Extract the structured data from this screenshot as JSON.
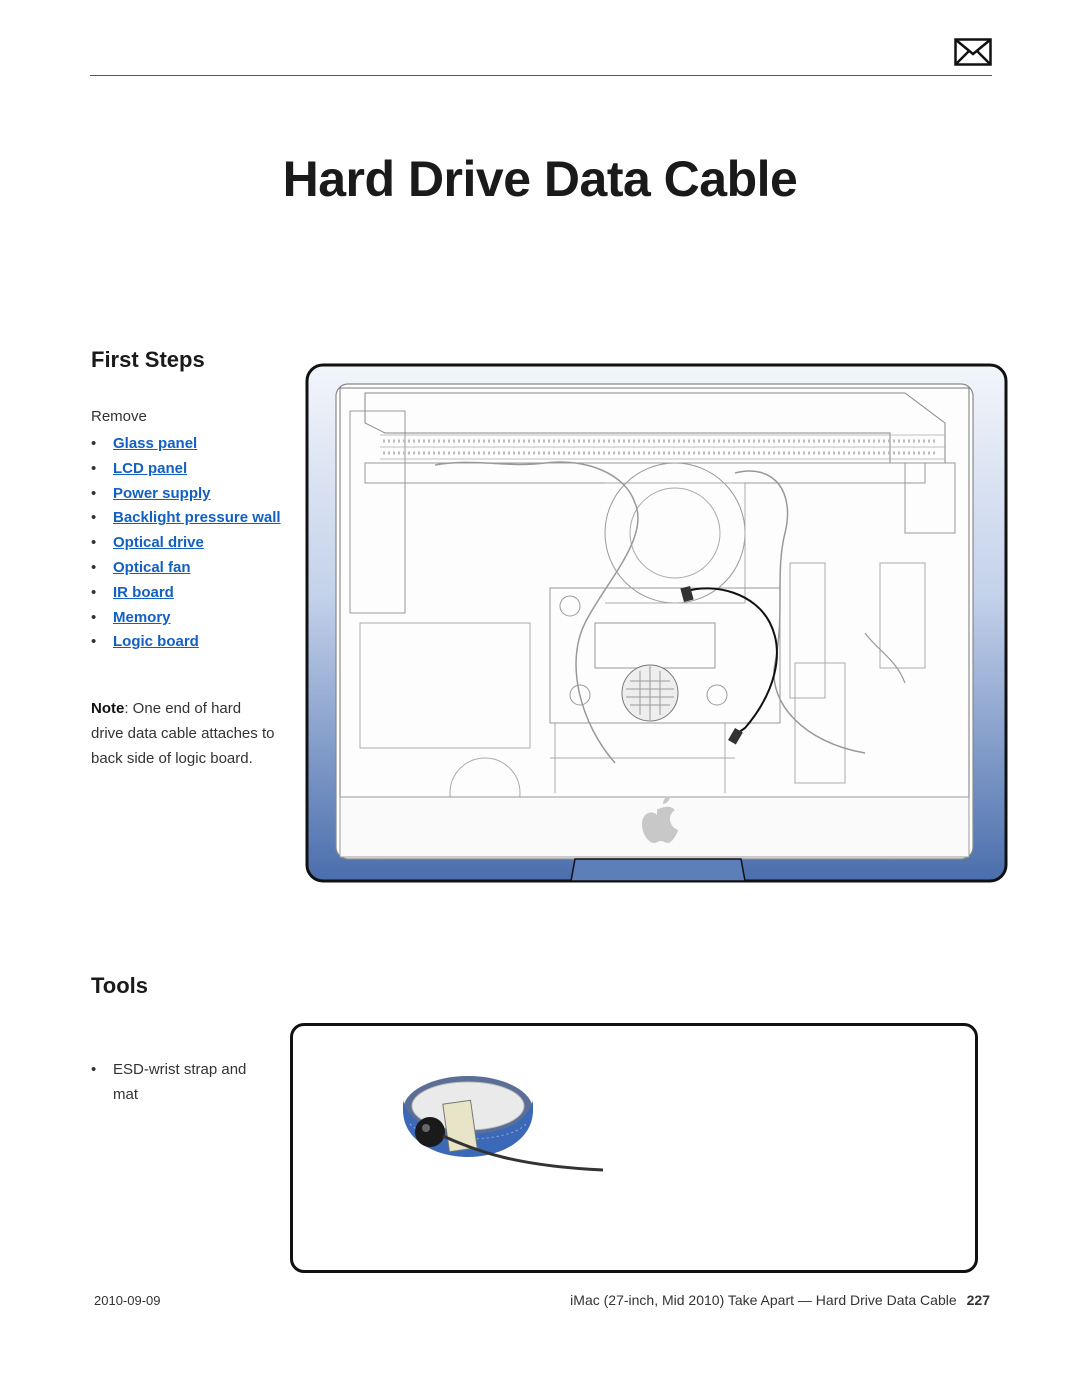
{
  "header": {
    "icon": "mail-icon"
  },
  "title": "Hard Drive Data Cable",
  "first_steps": {
    "heading": "First Steps",
    "intro": "Remove",
    "items": [
      "Glass panel",
      "LCD panel",
      "Power supply",
      "Backlight pressure wall",
      "Optical drive",
      "Optical fan",
      "IR board",
      "Memory",
      "Logic board"
    ],
    "note_label": "Note",
    "note_text": ": One end of hard drive data cable attaches to back side of logic board."
  },
  "tools": {
    "heading": "Tools",
    "items": [
      "ESD-wrist strap and mat"
    ]
  },
  "footer": {
    "date": "2010-09-09",
    "doc_title": "iMac (27-inch, Mid 2010) Take Apart — Hard Drive Data Cable",
    "page": "227"
  },
  "colors": {
    "link": "#1360c4",
    "imac_frame_top": "#e9eef8",
    "imac_frame_bottom": "#4f73b0"
  }
}
